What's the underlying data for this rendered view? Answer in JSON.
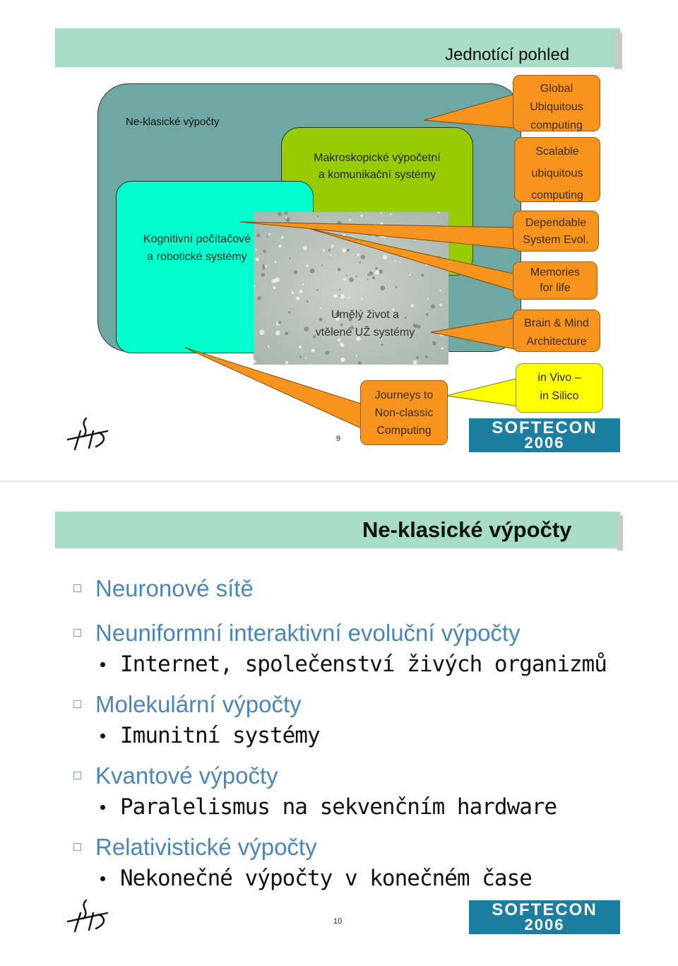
{
  "slide1": {
    "title": "Jednotící pohled",
    "page_number": "9",
    "outer_label": "Ne-klasické výpočty",
    "macro_label": [
      "Makroskopické výpočetní",
      "a komunikační systémy"
    ],
    "cognitive_label": [
      "Kognitivní počítačové",
      "a robotické systémy"
    ],
    "artificial_life_label": [
      "Umělý život a",
      "vtělené UŽ systémy"
    ],
    "journeys_label": [
      "Journeys to",
      "Non-classic",
      "Computing"
    ],
    "orange_boxes": [
      {
        "lines": [
          "Global",
          "Ubiquitous",
          "computing"
        ]
      },
      {
        "lines": [
          "Scalable",
          "ubiquitous",
          "computing"
        ]
      },
      {
        "lines": [
          "Dependable",
          "System Evol."
        ]
      },
      {
        "lines": [
          "Memories",
          "for life"
        ]
      },
      {
        "lines": [
          "Brain & Mind",
          "Architecture"
        ]
      }
    ],
    "yellow_box": {
      "lines": [
        "in Vivo –",
        "in Silico"
      ]
    },
    "logo_text": [
      "SOFTECON",
      "2006"
    ]
  },
  "slide2": {
    "title": "Ne-klasické výpočty",
    "page_number": "10",
    "items": [
      {
        "text": "Neuronové sítě",
        "sub": []
      },
      {
        "text": "Neuniformní interaktivní evoluční výpočty",
        "sub": [
          "Internet, společenství živých organizmů"
        ]
      },
      {
        "text": "Molekulární výpočty",
        "sub": [
          "Imunitní systémy"
        ]
      },
      {
        "text": "Kvantové výpočty",
        "sub": [
          "Paralelismus na sekvenčním hardware"
        ]
      },
      {
        "text": "Relativistické výpočty",
        "sub": [
          "Nekonečné výpočty v konečném čase"
        ]
      }
    ],
    "logo_text": [
      "SOFTECON",
      "2006"
    ]
  },
  "colors": {
    "title_bar": "#a7dcc5",
    "outer_box": "#6fa8a3",
    "macro_box": "#99cc00",
    "cognitive_box": "#00ffcc",
    "orange": "#f7941d",
    "yellow": "#ffff00",
    "bullet_text": "#4a87b8",
    "logo_bg": "#1d7fa0"
  }
}
